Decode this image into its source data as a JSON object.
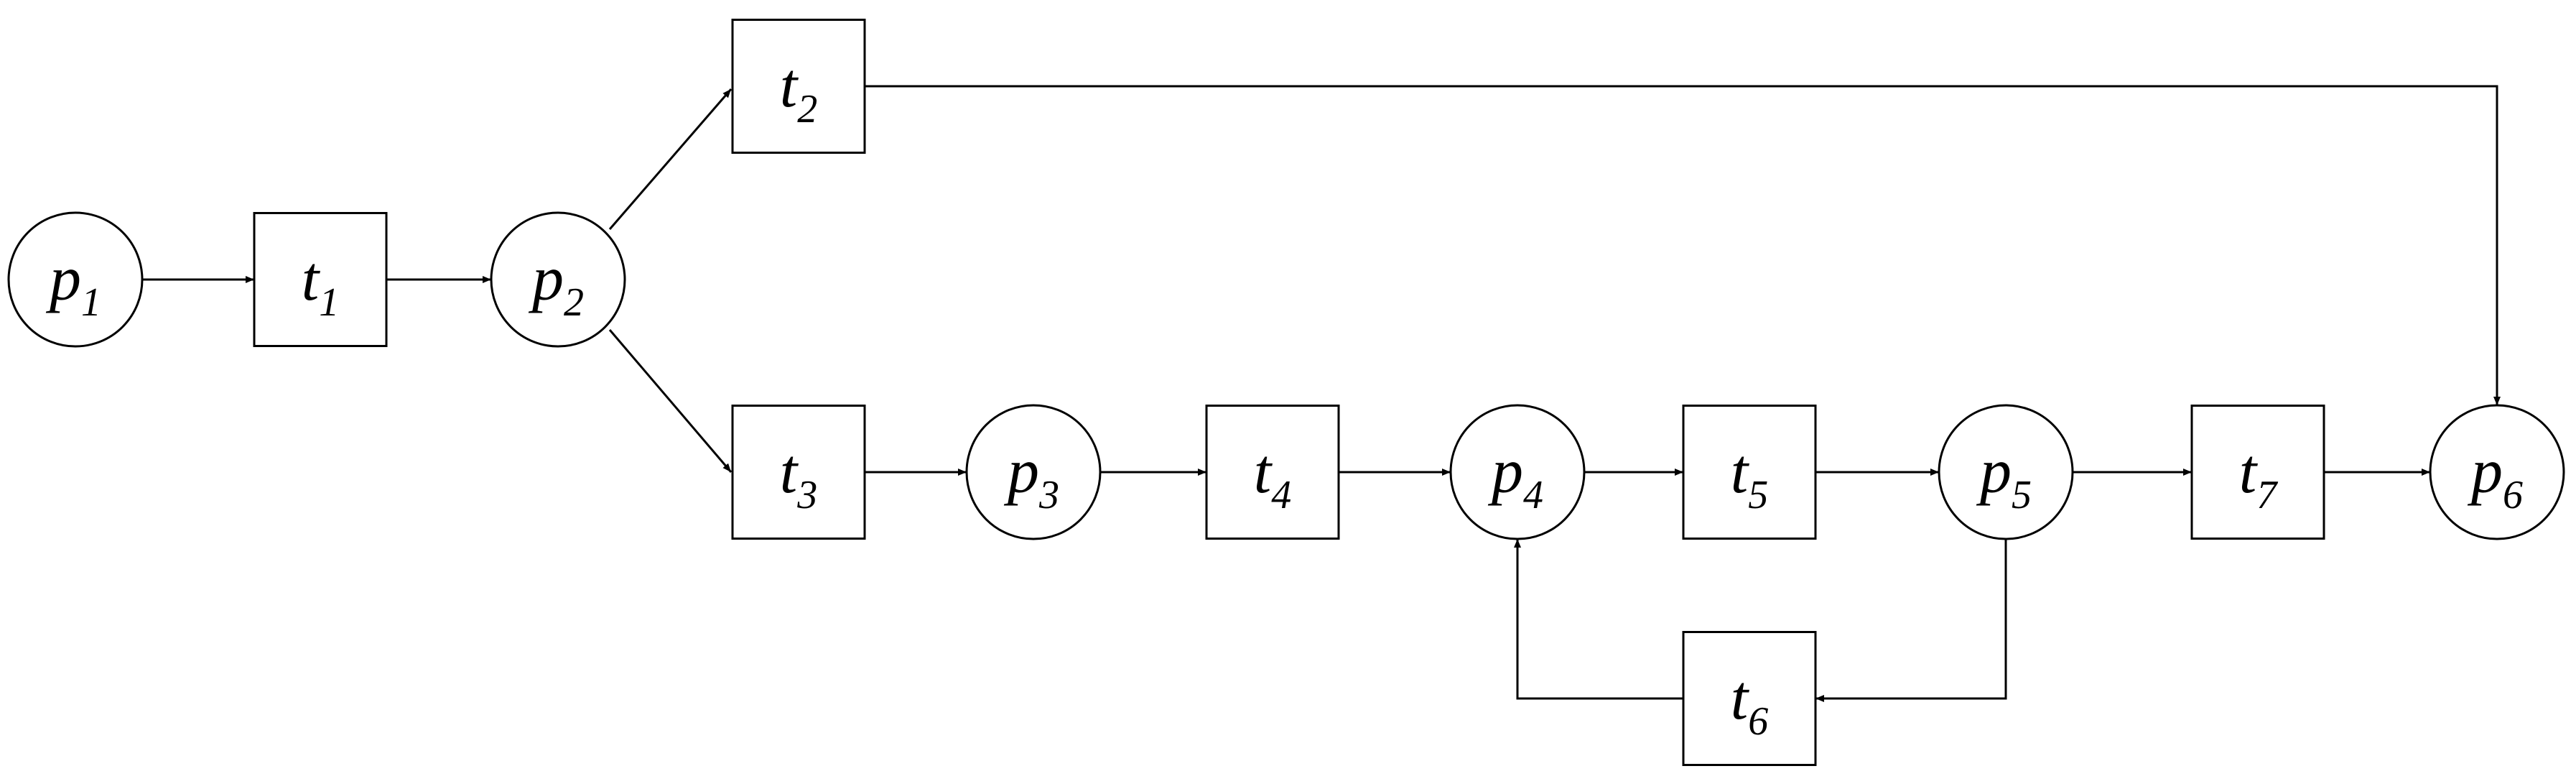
{
  "places": [
    {
      "id": "p1",
      "letter": "p",
      "index": "1"
    },
    {
      "id": "p2",
      "letter": "p",
      "index": "2"
    },
    {
      "id": "p3",
      "letter": "p",
      "index": "3"
    },
    {
      "id": "p4",
      "letter": "p",
      "index": "4"
    },
    {
      "id": "p5",
      "letter": "p",
      "index": "5"
    },
    {
      "id": "p6",
      "letter": "p",
      "index": "6"
    }
  ],
  "transitions": [
    {
      "id": "t1",
      "letter": "t",
      "index": "1"
    },
    {
      "id": "t2",
      "letter": "t",
      "index": "2"
    },
    {
      "id": "t3",
      "letter": "t",
      "index": "3"
    },
    {
      "id": "t4",
      "letter": "t",
      "index": "4"
    },
    {
      "id": "t5",
      "letter": "t",
      "index": "5"
    },
    {
      "id": "t6",
      "letter": "t",
      "index": "6"
    },
    {
      "id": "t7",
      "letter": "t",
      "index": "7"
    }
  ],
  "arcs": [
    {
      "from": "p1",
      "to": "t1"
    },
    {
      "from": "t1",
      "to": "p2"
    },
    {
      "from": "p2",
      "to": "t2"
    },
    {
      "from": "p2",
      "to": "t3"
    },
    {
      "from": "t2",
      "to": "p6"
    },
    {
      "from": "t3",
      "to": "p3"
    },
    {
      "from": "p3",
      "to": "t4"
    },
    {
      "from": "t4",
      "to": "p4"
    },
    {
      "from": "p4",
      "to": "t5"
    },
    {
      "from": "t5",
      "to": "p5"
    },
    {
      "from": "p5",
      "to": "t7"
    },
    {
      "from": "t7",
      "to": "p6"
    },
    {
      "from": "p5",
      "to": "t6"
    },
    {
      "from": "t6",
      "to": "p4"
    }
  ]
}
